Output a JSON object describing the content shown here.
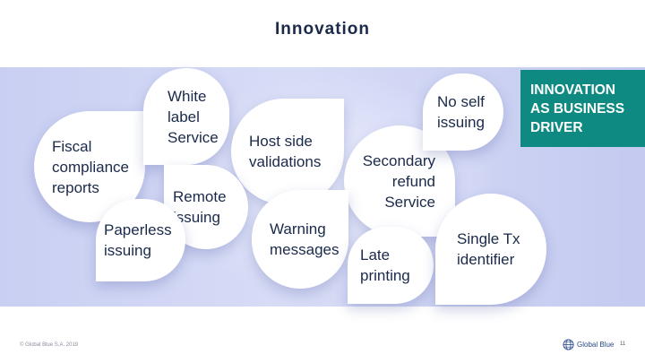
{
  "slide": {
    "title": "Innovation",
    "callout": "INNOVATION\nAS BUSINESS\nDRIVER",
    "bubbles": [
      {
        "id": "fiscal",
        "text": "Fiscal\ncompliance\nreports"
      },
      {
        "id": "white-label",
        "text": "White\nlabel\nService"
      },
      {
        "id": "host-side",
        "text": "Host side\nvalidations"
      },
      {
        "id": "secondary-refund",
        "text": "Secondary\nrefund\nService"
      },
      {
        "id": "no-self",
        "text": "No self\nissuing"
      },
      {
        "id": "remote",
        "text": "Remote\nissuing"
      },
      {
        "id": "paperless",
        "text": "Paperless\nissuing"
      },
      {
        "id": "warning",
        "text": "Warning\nmessages"
      },
      {
        "id": "late-printing",
        "text": "Late\nprinting"
      },
      {
        "id": "single-tx",
        "text": "Single Tx\nidentifier"
      }
    ],
    "footer": {
      "copyright": "© Global Blue S.A. 2019",
      "logo_text": "Global Blue",
      "page_number": "11"
    },
    "colors": {
      "callout_bg": "#0f8a82",
      "band": "#ccd2f3",
      "text": "#1a2a4a"
    }
  }
}
